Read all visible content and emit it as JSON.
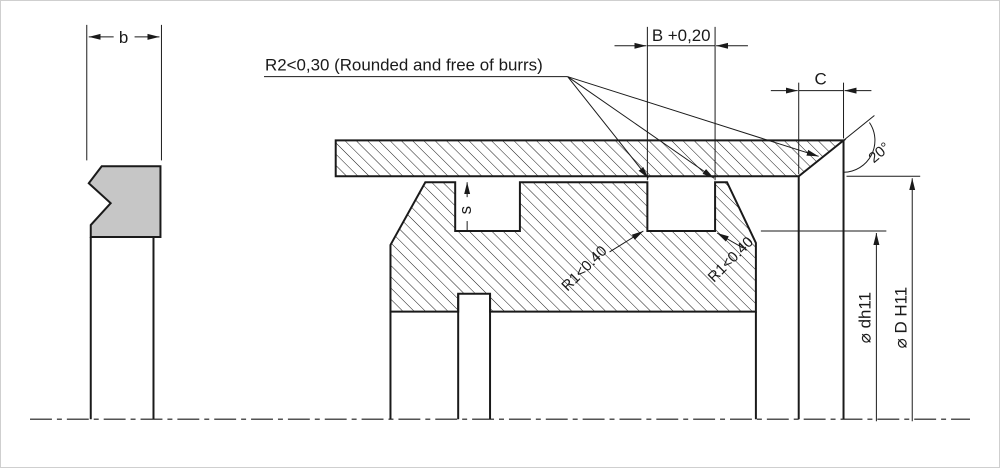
{
  "colors": {
    "line": "#1a1a1a",
    "seal_fill": "#c6c6c6",
    "background": "#ffffff",
    "border": "#cfcfcf"
  },
  "drawing": {
    "note_r2": "R2<0,30 (Rounded and free of burrs)",
    "dim_b": "b",
    "dim_groove_width": "B +0,20",
    "dim_c": "C",
    "dim_s": "s",
    "dim_angle": "20°",
    "dim_r1_left": "R1<0.40",
    "dim_r1_right": "R1<0.40",
    "dim_dia_groove": "⌀ dh11",
    "dim_dia_bore": "⌀ D H11"
  }
}
